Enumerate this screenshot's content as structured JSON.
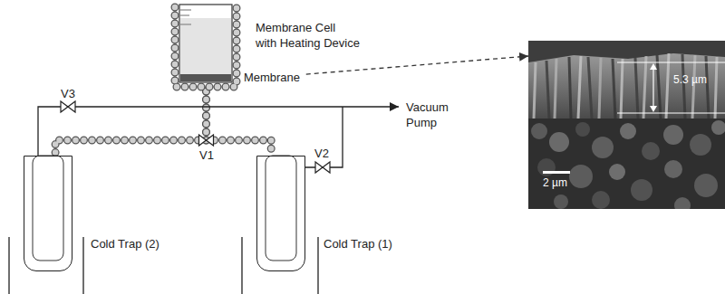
{
  "diagram": {
    "nodes": [
      {
        "text": [
          "Membrane Cell with Heating Device"
        ]
      },
      {
        "text": [
          "5.3 µm",
          "2 µm"
        ]
      },
      {
        "text": [
          "Cold Trap (2)"
        ]
      },
      {
        "text": [
          "Cold Trap (1)"
        ]
      }
    ],
    "edges": [
      {
        "from": 0,
        "to": 1,
        "label": "Membrane",
        "arrow": "both"
      },
      {
        "from": 0,
        "to": 2,
        "arrow": "none"
      },
      {
        "from": 0,
        "to": 3,
        "arrow": "none"
      }
    ],
    "labels": [
      "V3",
      "V1",
      "V2",
      "Vacuum Pump"
    ]
  }
}
